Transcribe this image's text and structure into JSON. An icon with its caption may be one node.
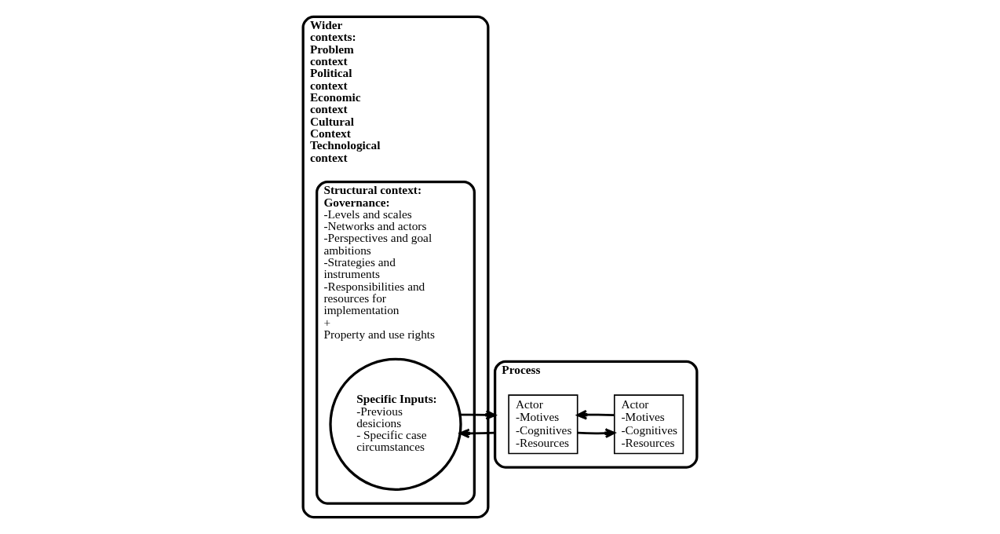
{
  "diagram": {
    "nodes": [
      {
        "text": [
          "Wider contexts:",
          "Problem context",
          "Political context",
          "Economic context",
          "Cultural Context",
          "Technological context"
        ]
      },
      {
        "text": [
          "Structural context:",
          "Governance:",
          "-Levels and scales",
          "-Networks and actors",
          "-Perspectives and goal ambitions",
          "-Strategies and instruments",
          "-Responsibilities and resources for implementation",
          "+",
          "Property and use rights"
        ],
        "in": 0
      },
      {
        "text": [
          "Specific Inputs:",
          "-Previous desicions",
          "- Specific case circumstances"
        ],
        "in": 1
      },
      {
        "text": [
          "Process"
        ]
      },
      {
        "text": [
          "Actor",
          "-Motives",
          "-Cognitives",
          "-Resources"
        ],
        "in": 3
      },
      {
        "text": [
          "Actor",
          "-Motives",
          "-Cognitives",
          "-Resources"
        ],
        "in": 3
      }
    ],
    "edges": [
      {
        "from": 2,
        "to": 3,
        "arrow": "to"
      },
      {
        "from": 3,
        "to": 2,
        "arrow": "to"
      },
      {
        "from": 4,
        "to": 5,
        "arrow": "to"
      },
      {
        "from": 5,
        "to": 4,
        "arrow": "to"
      }
    ]
  }
}
